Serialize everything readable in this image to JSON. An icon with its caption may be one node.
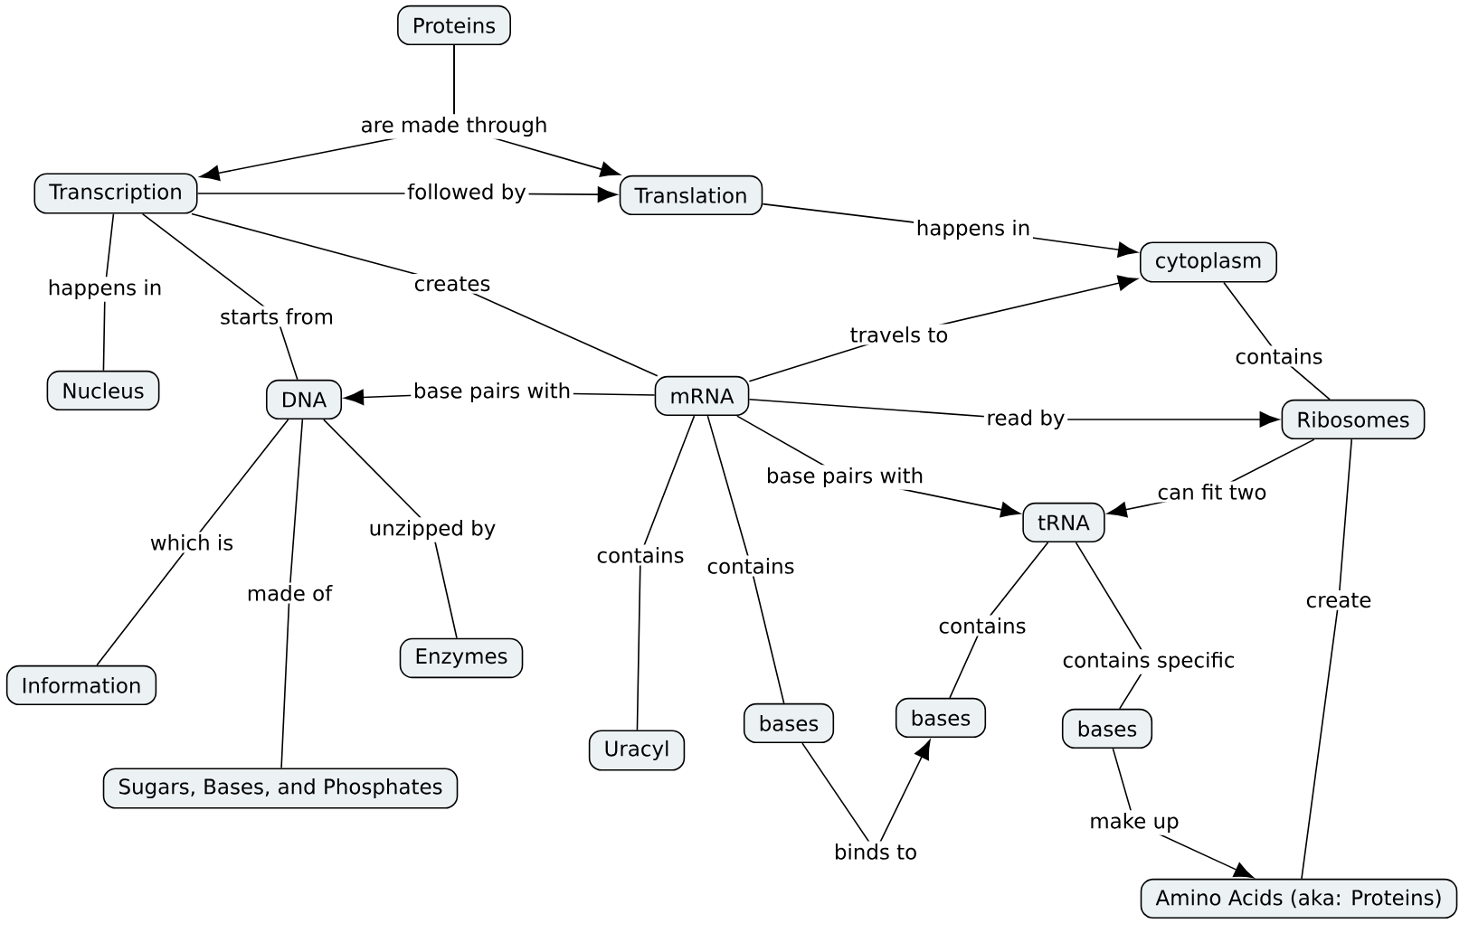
{
  "diagram": {
    "nodes": [
      {
        "text": [
          "Proteins"
        ]
      },
      {
        "text": [
          "Transcription"
        ]
      },
      {
        "text": [
          "Translation"
        ]
      },
      {
        "text": [
          "cytoplasm"
        ]
      },
      {
        "text": [
          "Nucleus"
        ]
      },
      {
        "text": [
          "DNA"
        ]
      },
      {
        "text": [
          "mRNA"
        ]
      },
      {
        "text": [
          "Ribosomes"
        ]
      },
      {
        "text": [
          "tRNA"
        ]
      },
      {
        "text": [
          "Information"
        ]
      },
      {
        "text": [
          "Enzymes"
        ]
      },
      {
        "text": [
          "Sugars, Bases, and Phosphates"
        ]
      },
      {
        "text": [
          "Uracyl"
        ]
      },
      {
        "text": [
          "bases"
        ]
      },
      {
        "text": [
          "bases"
        ]
      },
      {
        "text": [
          "bases"
        ]
      },
      {
        "text": [
          "Amino Acids (aka: Proteins)"
        ]
      }
    ],
    "edges": [
      {
        "from": 0,
        "to": 1,
        "arrow": "to",
        "label": "are made through"
      },
      {
        "from": 0,
        "to": 2,
        "arrow": "to"
      },
      {
        "from": 1,
        "to": 2,
        "arrow": "to",
        "label": "followed by"
      },
      {
        "from": 1,
        "to": 4,
        "arrow": "none",
        "label": "happens in"
      },
      {
        "from": 1,
        "to": 5,
        "arrow": "none",
        "label": "starts from"
      },
      {
        "from": 1,
        "to": 6,
        "arrow": "none",
        "label": "creates"
      },
      {
        "from": 2,
        "to": 3,
        "arrow": "to",
        "label": "happens in"
      },
      {
        "from": 6,
        "to": 5,
        "arrow": "to",
        "label": "base pairs with"
      },
      {
        "from": 6,
        "to": 3,
        "arrow": "to",
        "label": "travels to"
      },
      {
        "from": 3,
        "to": 7,
        "arrow": "none",
        "label": "contains"
      },
      {
        "from": 6,
        "to": 7,
        "arrow": "to",
        "label": "read by"
      },
      {
        "from": 6,
        "to": 8,
        "arrow": "to",
        "label": "base pairs with"
      },
      {
        "from": 7,
        "to": 8,
        "arrow": "to",
        "label": "can fit two"
      },
      {
        "from": 5,
        "to": 9,
        "arrow": "none",
        "label": "which is"
      },
      {
        "from": 5,
        "to": 11,
        "arrow": "none",
        "label": "made of"
      },
      {
        "from": 5,
        "to": 10,
        "arrow": "none",
        "label": "unzipped by"
      },
      {
        "from": 6,
        "to": 12,
        "arrow": "none",
        "label": "contains"
      },
      {
        "from": 6,
        "to": 13,
        "arrow": "none",
        "label": "contains"
      },
      {
        "from": 8,
        "to": 14,
        "arrow": "none",
        "label": "contains"
      },
      {
        "from": 8,
        "to": 15,
        "arrow": "none",
        "label": "contains specific"
      },
      {
        "from": 13,
        "to": 14,
        "arrow": "to",
        "label": "binds to"
      },
      {
        "from": 15,
        "to": 16,
        "arrow": "to",
        "label": "make up"
      },
      {
        "from": 7,
        "to": 16,
        "arrow": "none",
        "label": "create"
      }
    ]
  }
}
